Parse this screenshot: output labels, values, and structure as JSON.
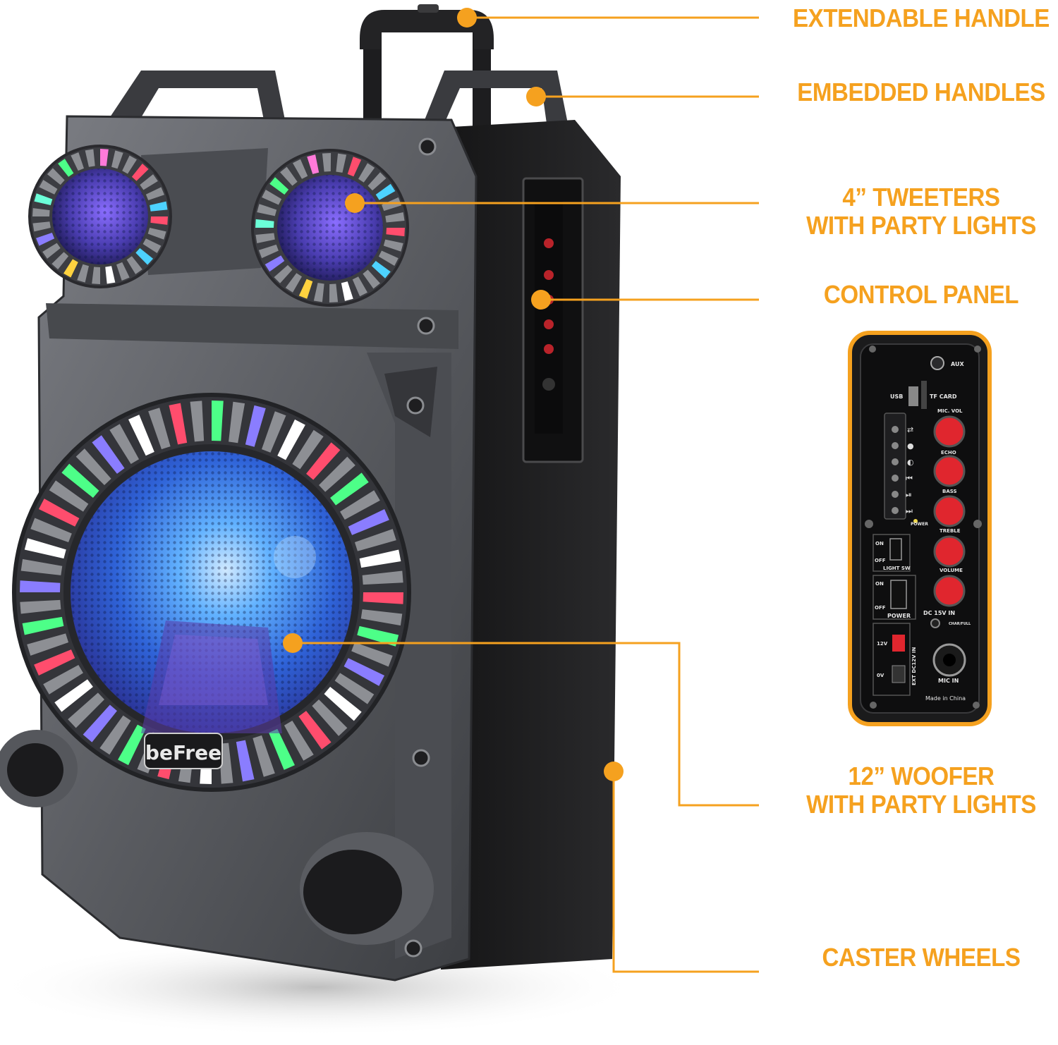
{
  "callouts": {
    "extendable_handle": "EXTENDABLE HANDLE",
    "embedded_handles": "EMBEDDED HANDLES",
    "tweeters_line1": "4” TWEETERS",
    "tweeters_line2": "WITH PARTY LIGHTS",
    "control_panel": "CONTROL PANEL",
    "woofer_line1": "12” WOOFER",
    "woofer_line2": "WITH PARTY LIGHTS",
    "caster_wheels": "CASTER WHEELS"
  },
  "brand_logo": "beFree",
  "panel": {
    "aux": "AUX",
    "usb": "USB",
    "tf_card": "TF CARD",
    "mic_vol": "MIC. VOL",
    "echo": "ECHO",
    "bass": "BASS",
    "treble": "TREBLE",
    "volume": "VOLUME",
    "power_led": "POWER",
    "on": "ON",
    "off": "OFF",
    "light_sw": "LIGHT SW",
    "power": "POWER",
    "dc_in": "DC 15V IN",
    "chargfull": "CHAR/FULL",
    "v12": "12V",
    "v0": "0V",
    "ext_dc": "EXT DC12V IN",
    "mic_in": "MIC IN",
    "made_in": "Made in China"
  },
  "colors": {
    "accent": "#f5a11f",
    "speaker_body": "#5b5d62",
    "cabinet": "#1f1f21",
    "woofer_glow": "#3f8cf0",
    "knob_red": "#e0262e"
  }
}
